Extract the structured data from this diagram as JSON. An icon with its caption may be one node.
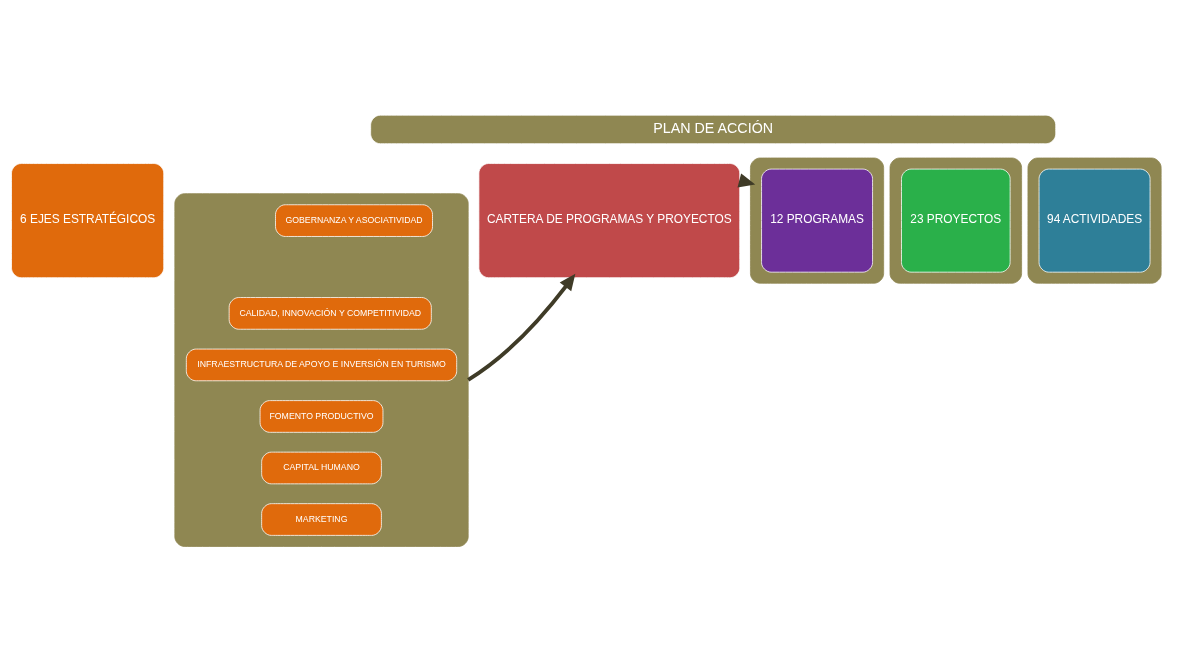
{
  "diagram": {
    "nodes": [
      {
        "text": [
          "PLAN DE ACCIÓN"
        ]
      },
      {
        "text": [
          "6 EJES ESTRATÉGICOS"
        ]
      },
      {
        "text": [],
        "shape": "box"
      },
      {
        "text": [
          "GOBERNANZA Y ASOCIATIVIDAD"
        ],
        "in": 2
      },
      {
        "text": [
          "CALIDAD, INNOVACIÓN Y COMPETITIVIDAD"
        ],
        "in": 2
      },
      {
        "text": [
          "INFRAESTRUCTURA DE APOYO E INVERSIÓN EN TURISMO"
        ],
        "in": 2
      },
      {
        "text": [
          "FOMENTO PRODUCTIVO"
        ],
        "in": 2
      },
      {
        "text": [
          "CAPITAL HUMANO"
        ],
        "in": 2
      },
      {
        "text": [
          "MARKETING"
        ],
        "in": 2
      },
      {
        "text": [
          "CARTERA DE PROGRAMAS Y PROYECTOS"
        ]
      },
      {
        "text": [],
        "shape": "box"
      },
      {
        "text": [
          "12 PROGRAMAS"
        ],
        "in": 10
      },
      {
        "text": [],
        "shape": "box"
      },
      {
        "text": [
          "23 PROYECTOS"
        ],
        "in": 12
      },
      {
        "text": [],
        "shape": "box"
      },
      {
        "text": [
          "94 ACTIVIDADES"
        ],
        "in": 14
      }
    ],
    "edges": [
      {
        "from": 2,
        "to": 9,
        "arrow": "to"
      },
      {
        "from": 9,
        "to": 10,
        "arrow": "to"
      }
    ]
  }
}
